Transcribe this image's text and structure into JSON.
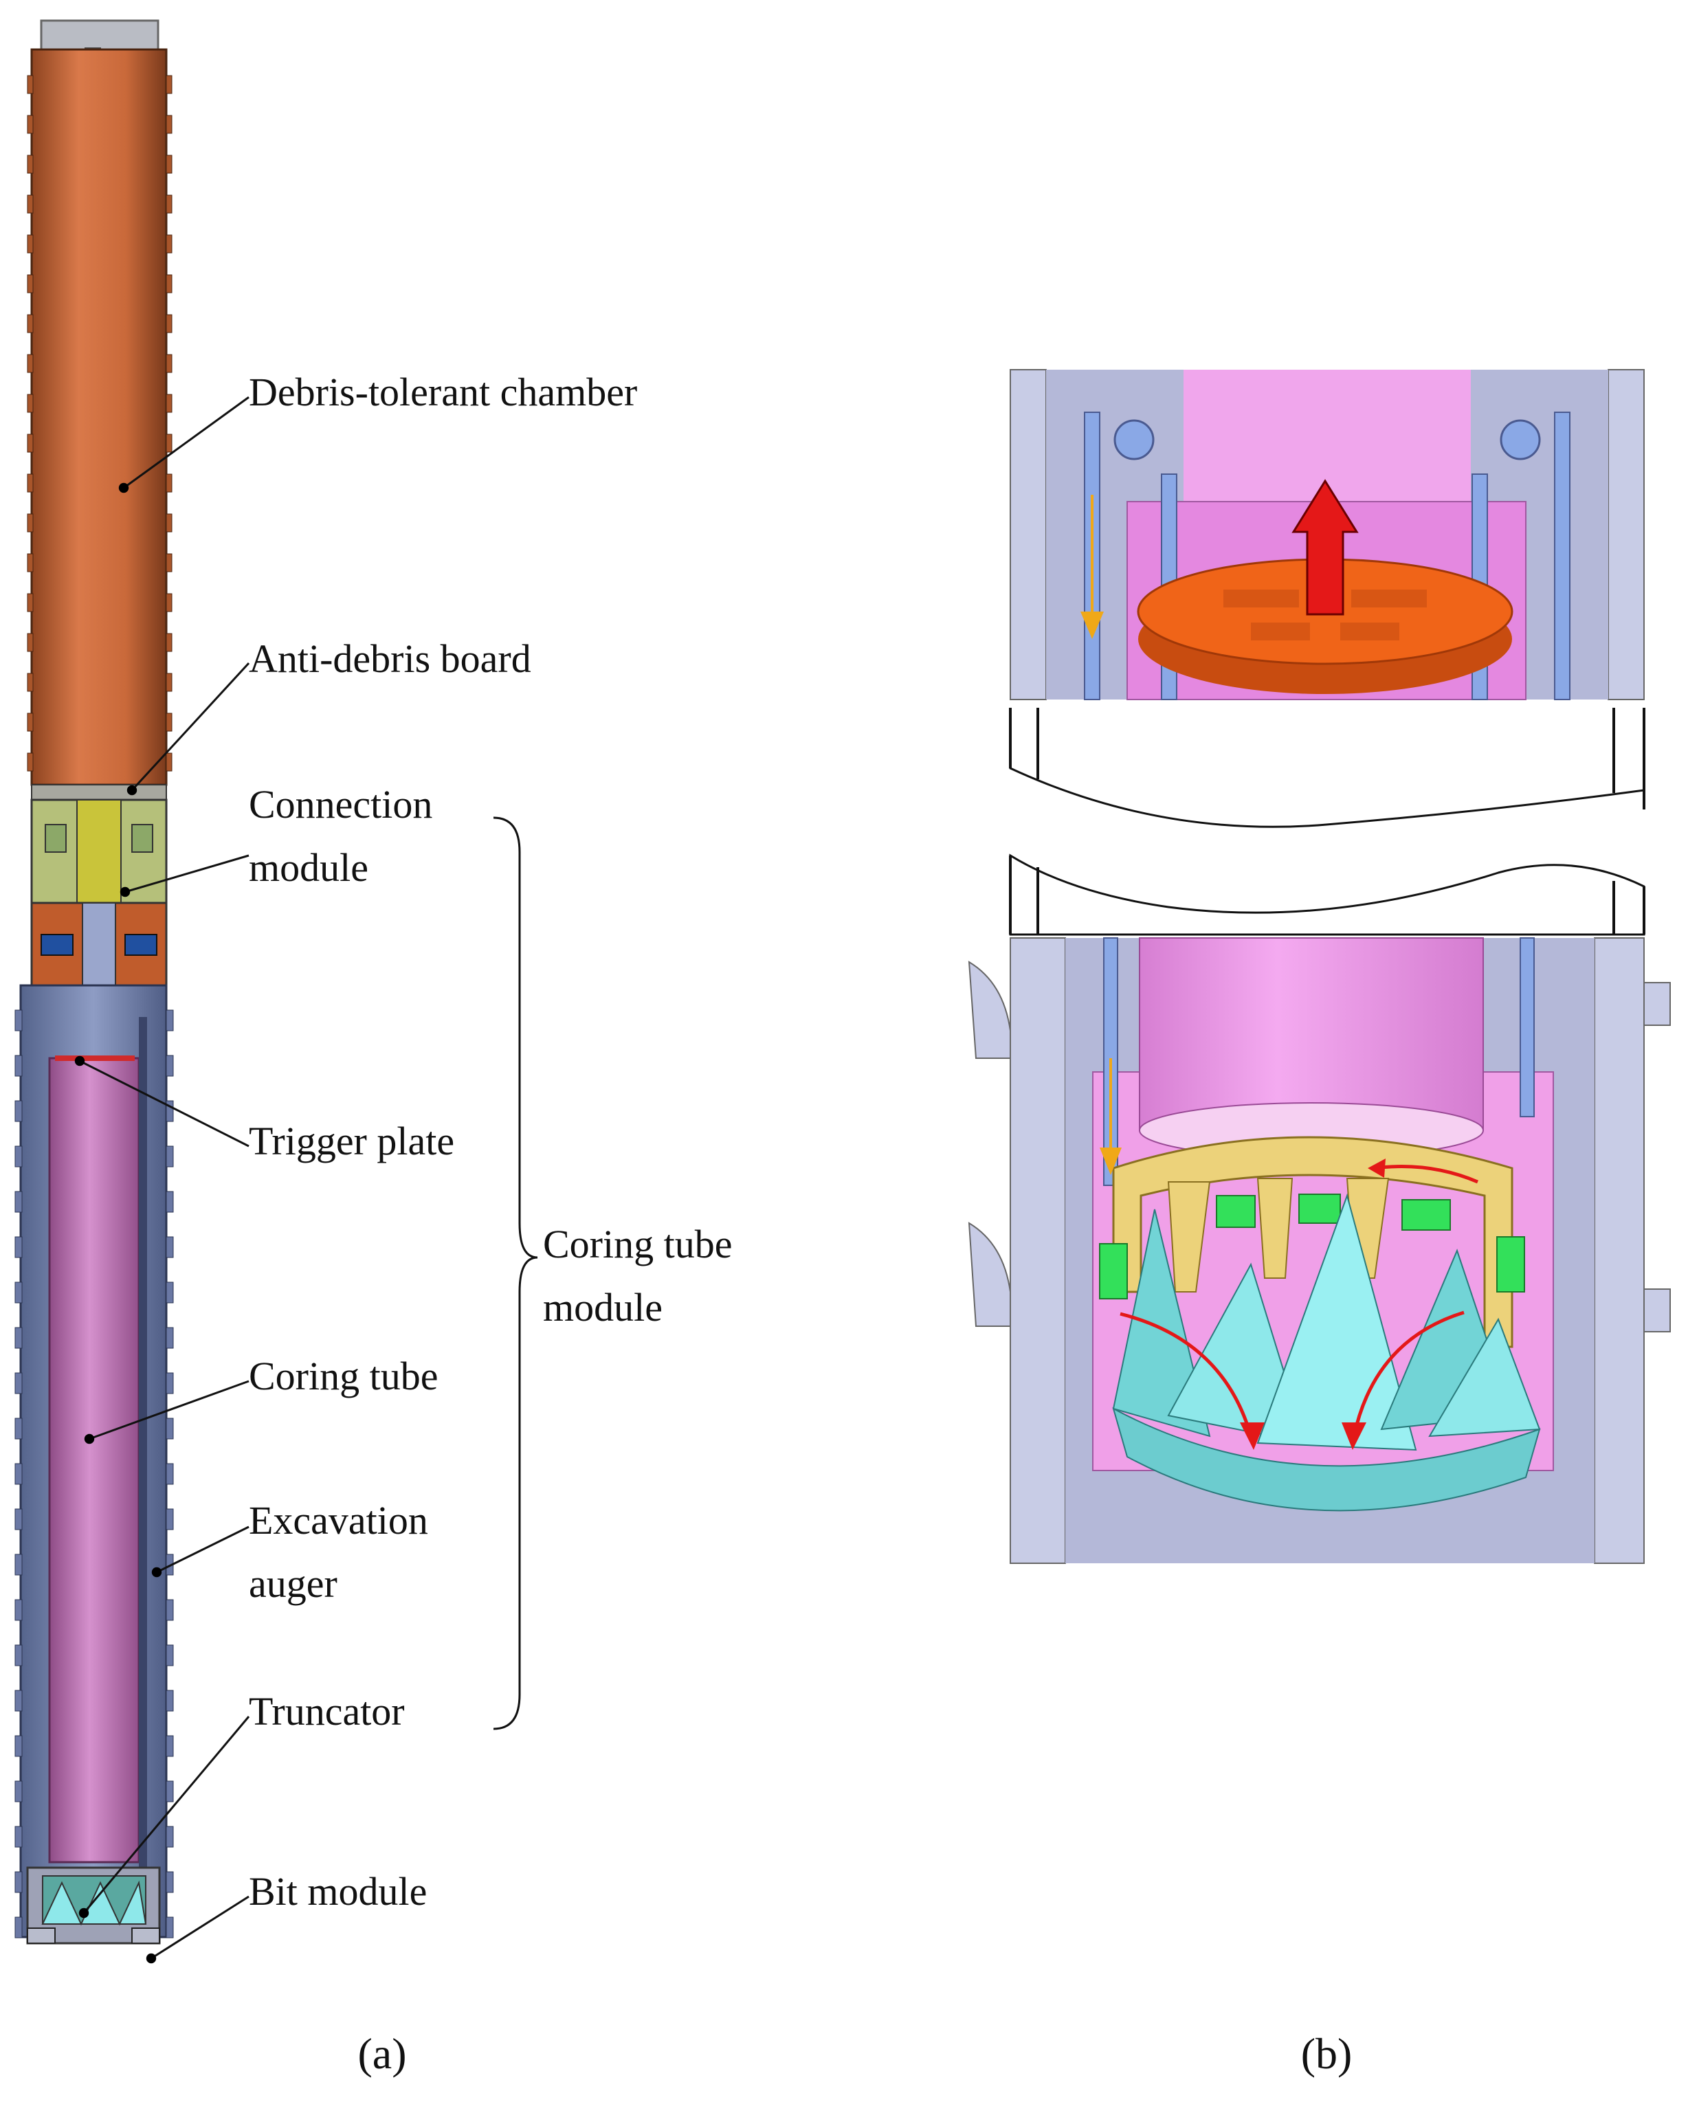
{
  "labels": {
    "debris_chamber": "Debris-tolerant chamber",
    "anti_debris_board": "Anti-debris board",
    "connection_module_l1": "Connection",
    "connection_module_l2": "module",
    "trigger_plate": "Trigger plate",
    "coring_tube_module_l1": "Coring tube",
    "coring_tube_module_l2": "module",
    "coring_tube": "Coring tube",
    "excavation_auger_l1": "Excavation",
    "excavation_auger_l2": "auger",
    "truncator": "Truncator",
    "bit_module": "Bit module"
  },
  "captions": {
    "a": "(a)",
    "b": "(b)"
  },
  "colors": {
    "chamber": "#c8683a",
    "auger": "#7e8fb8",
    "coring_tube": "#c07ab8",
    "connection": "#c9c43a",
    "pink": "#f0a0e8",
    "lavender": "#c8cce6",
    "orange_plate": "#f06418",
    "gold": "#ecd27a",
    "green": "#33e05a",
    "cyan": "#8ee8ea",
    "blue_rod": "#8aa8e6",
    "red_arrow": "#e41818",
    "yellow_arrow": "#f0a818"
  }
}
